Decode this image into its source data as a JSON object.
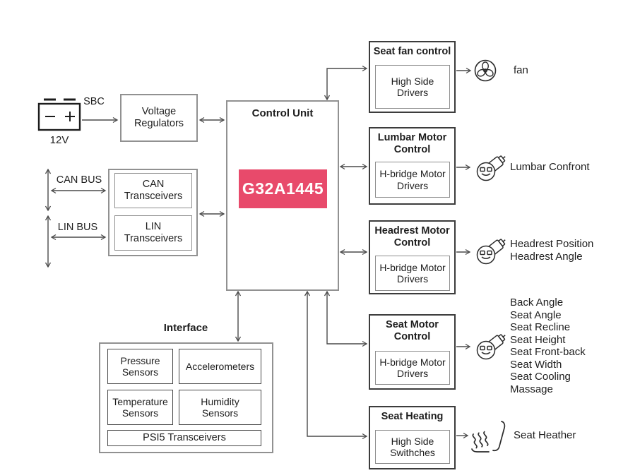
{
  "colors": {
    "accent_pink": "#E84A6B",
    "box_border_gray": "#919191",
    "box_border_dark": "#3C3C3C",
    "arrow": "#4A4A4A"
  },
  "power": {
    "battery_label": "12V",
    "sbc_label": "SBC",
    "voltage_regulators": "Voltage\nRegulators"
  },
  "buses": {
    "can_bus": "CAN BUS",
    "lin_bus": "LIN BUS",
    "can_transceivers": "CAN\nTransceivers",
    "lin_transceivers": "LIN\nTransceivers"
  },
  "control_unit": {
    "title": "Control Unit",
    "chip_name": "G32A1445"
  },
  "interface": {
    "title": "Interface",
    "pressure_sensors": "Pressure\nSensors",
    "accelerometers": "Accelerometers",
    "temperature_sensors": "Temperature\nSensors",
    "humidity_sensors": "Humidity\nSensors",
    "psi5_transceivers": "PSI5 Transceivers"
  },
  "modules": [
    {
      "title": "Seat fan control",
      "inner": "High Side\nDrivers",
      "icon": "fan-icon",
      "outputs": [
        "fan"
      ]
    },
    {
      "title": "Lumbar Motor\nControl",
      "inner": "H-bridge Motor\nDrivers",
      "icon": "motor-icon",
      "outputs": [
        "Lumbar Confront"
      ]
    },
    {
      "title": "Headrest Motor\nControl",
      "inner": "H-bridge Motor\nDrivers",
      "icon": "motor-icon",
      "outputs": [
        "Headrest Position",
        "Headrest Angle"
      ]
    },
    {
      "title": "Seat Motor\nControl",
      "inner": "H-bridge Motor\nDrivers",
      "icon": "motor-icon",
      "outputs": [
        "Back Angle",
        "Seat Angle",
        "Seat Recline",
        "Seat Height",
        "Seat Front-back",
        "Seat Width",
        "Seat Cooling",
        "Massage"
      ]
    },
    {
      "title": "Seat Heating",
      "inner": "High Side\nSwithches",
      "icon": "seat-heater-icon",
      "outputs": [
        "Seat Heather"
      ]
    }
  ]
}
